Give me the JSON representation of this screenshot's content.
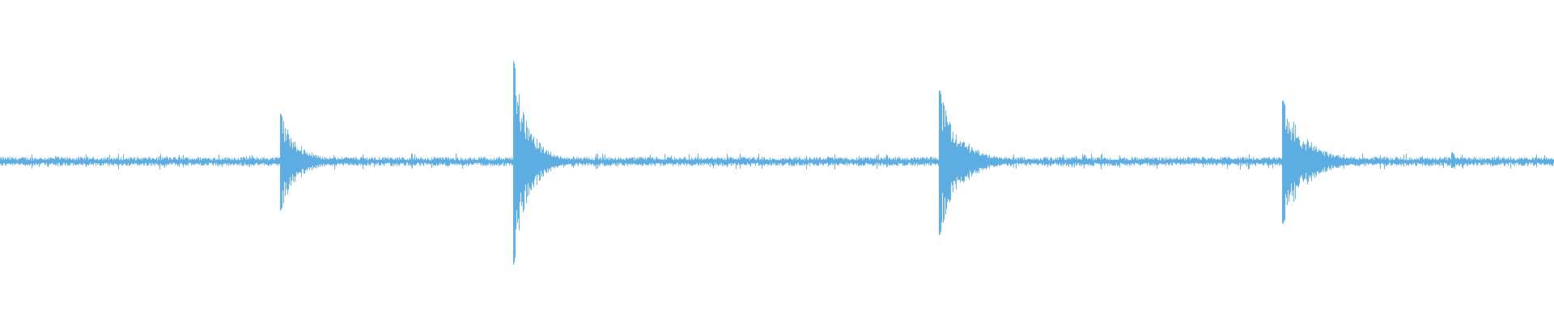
{
  "waveform": {
    "color": "#5dade2",
    "background": "#ffffff",
    "baseline_amplitude": 0.035,
    "transients": [
      {
        "position": 0.1805,
        "peak_up": 0.37,
        "peak_down": 0.38,
        "decay": 0.012
      },
      {
        "position": 0.3305,
        "peak_up": 0.78,
        "peak_down": 0.8,
        "decay": 0.01
      },
      {
        "position": 0.6045,
        "peak_up": 0.55,
        "peak_down": 0.57,
        "decay": 0.014
      },
      {
        "position": 0.8255,
        "peak_up": 0.47,
        "peak_down": 0.48,
        "decay": 0.016
      },
      {
        "position": 0.9345,
        "peak_up": 0.07,
        "peak_down": 0.05,
        "decay": 0.004
      }
    ]
  }
}
